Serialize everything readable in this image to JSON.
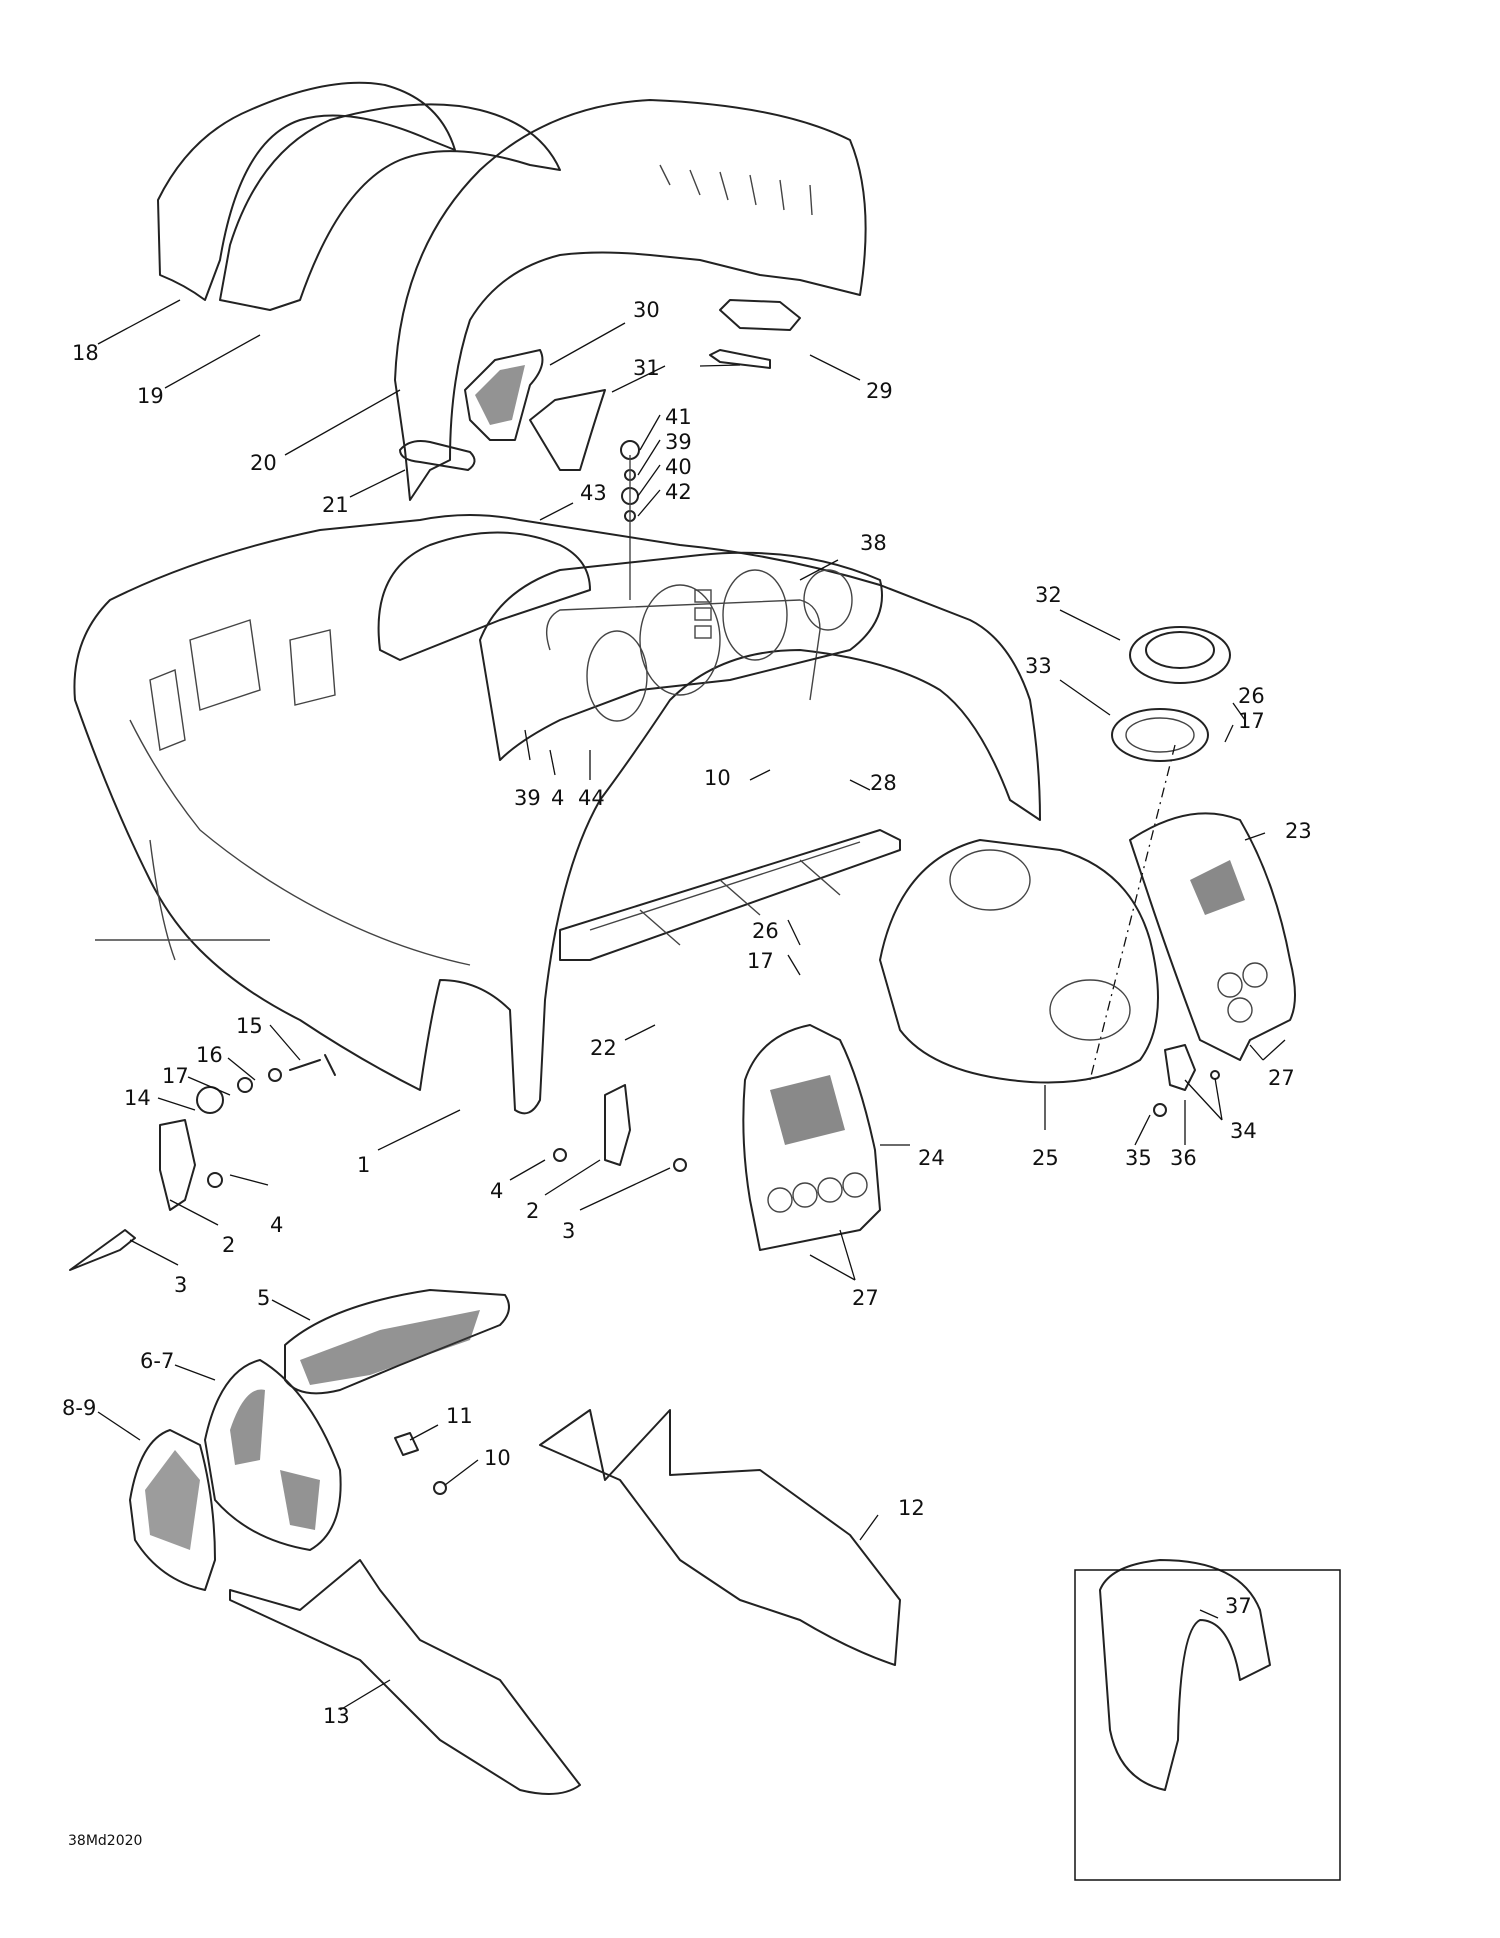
{
  "callouts": [
    {
      "id": "c18",
      "label": "18"
    },
    {
      "id": "c19",
      "label": "19"
    },
    {
      "id": "c20",
      "label": "20"
    },
    {
      "id": "c21",
      "label": "21"
    },
    {
      "id": "c30",
      "label": "30"
    },
    {
      "id": "c31",
      "label": "31"
    },
    {
      "id": "c29",
      "label": "29"
    },
    {
      "id": "c41",
      "label": "41"
    },
    {
      "id": "c39a",
      "label": "39"
    },
    {
      "id": "c40",
      "label": "40"
    },
    {
      "id": "c42",
      "label": "42"
    },
    {
      "id": "c43",
      "label": "43"
    },
    {
      "id": "c38",
      "label": "38"
    },
    {
      "id": "c32",
      "label": "32"
    },
    {
      "id": "c33",
      "label": "33"
    },
    {
      "id": "c26a",
      "label": "26"
    },
    {
      "id": "c17a",
      "label": "17"
    },
    {
      "id": "c39b",
      "label": "39"
    },
    {
      "id": "c4a",
      "label": "4"
    },
    {
      "id": "c44",
      "label": "44"
    },
    {
      "id": "c10a",
      "label": "10"
    },
    {
      "id": "c28",
      "label": "28"
    },
    {
      "id": "c23",
      "label": "23"
    },
    {
      "id": "c26b",
      "label": "26"
    },
    {
      "id": "c17b",
      "label": "17"
    },
    {
      "id": "c22",
      "label": "22"
    },
    {
      "id": "c15",
      "label": "15"
    },
    {
      "id": "c16",
      "label": "16"
    },
    {
      "id": "c17c",
      "label": "17"
    },
    {
      "id": "c14",
      "label": "14"
    },
    {
      "id": "c1",
      "label": "1"
    },
    {
      "id": "c4b",
      "label": "4"
    },
    {
      "id": "c2a",
      "label": "2"
    },
    {
      "id": "c3a",
      "label": "3"
    },
    {
      "id": "c4c",
      "label": "4"
    },
    {
      "id": "c2b",
      "label": "2"
    },
    {
      "id": "c3b",
      "label": "3"
    },
    {
      "id": "c24",
      "label": "24"
    },
    {
      "id": "c25",
      "label": "25"
    },
    {
      "id": "c27a",
      "label": "27"
    },
    {
      "id": "c27b",
      "label": "27"
    },
    {
      "id": "c35",
      "label": "35"
    },
    {
      "id": "c36",
      "label": "36"
    },
    {
      "id": "c34",
      "label": "34"
    },
    {
      "id": "c5",
      "label": "5"
    },
    {
      "id": "c67",
      "label": "6-7"
    },
    {
      "id": "c89",
      "label": "8-9"
    },
    {
      "id": "c11",
      "label": "11"
    },
    {
      "id": "c10b",
      "label": "10"
    },
    {
      "id": "c12",
      "label": "12"
    },
    {
      "id": "c13",
      "label": "13"
    },
    {
      "id": "c37",
      "label": "37"
    }
  ],
  "drawing_code": "38Md2020"
}
